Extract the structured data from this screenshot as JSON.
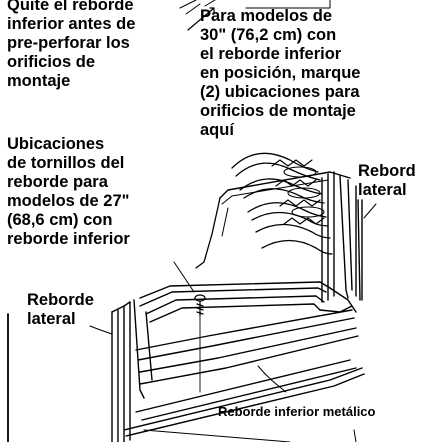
{
  "callouts": {
    "remove_bottom_flange": "Quite el reborde\ninferior antes de\npre-perforar los\norificios de\nmontaje",
    "models_30_in": "Para modelos de\n30\" (76,2 cm) con\nel reborde inferior\nen posición, marque\n(2) ubicaciones para\norificios de montaje\naquí",
    "screw_locations_27_in": "Ubicaciones\nde tornillos del\nreborde para\nmodelos de 27\"\n(68,6 cm) con\nreborde inferior",
    "side_flange_left": "Reborde\nlateral",
    "side_flange_right": "Rebord\nlateral",
    "bottom_metal_flange": "Reborde inferior metálico"
  },
  "colors": {
    "line": "#000000",
    "background": "#ffffff"
  }
}
